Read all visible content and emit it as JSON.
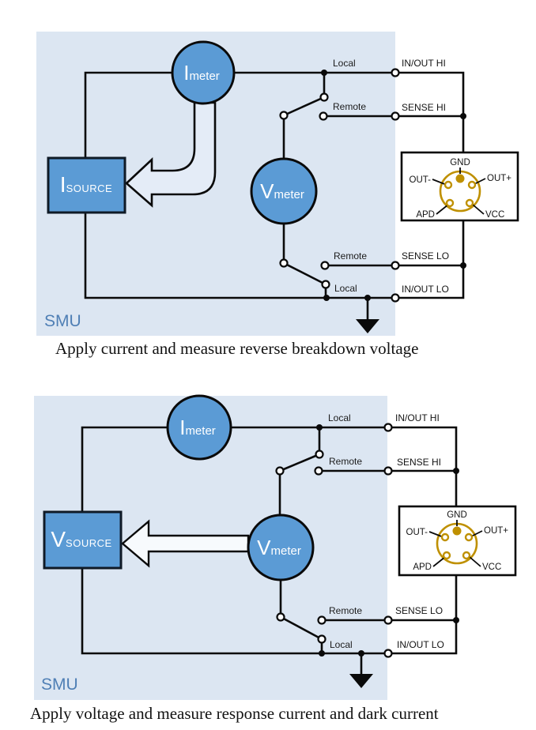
{
  "colors": {
    "smu_background": "#dce6f2",
    "node_blue": "#5b9bd5",
    "wire_black": "#0a0a0a",
    "smu_label_blue": "#4f7fb5",
    "connector_gold": "#bf9000"
  },
  "diagrams": [
    {
      "smu_label": "SMU",
      "caption": "Apply current and measure reverse breakdown voltage",
      "imeter": {
        "main": "I",
        "sub": "meter"
      },
      "vmeter": {
        "main": "V",
        "sub": "meter"
      },
      "source": {
        "main": "I",
        "sub": "SOURCE"
      },
      "switches": {
        "local_top": "Local",
        "remote_top": "Remote",
        "remote_bottom": "Remote",
        "local_bottom": "Local"
      },
      "terminals": {
        "inout_hi": "IN/OUT HI",
        "sense_hi": "SENSE HI",
        "sense_lo": "SENSE LO",
        "inout_lo": "IN/OUT LO"
      },
      "connector": {
        "gnd": "GND",
        "out_minus": "OUT-",
        "out_plus": "OUT+",
        "apd": "APD",
        "vcc": "VCC"
      }
    },
    {
      "smu_label": "SMU",
      "caption": "Apply voltage and measure response current and dark current",
      "imeter": {
        "main": "I",
        "sub": "meter"
      },
      "vmeter": {
        "main": "V",
        "sub": "meter"
      },
      "source": {
        "main": "V",
        "sub": "SOURCE"
      },
      "switches": {
        "local_top": "Local",
        "remote_top": "Remote",
        "remote_bottom": "Remote",
        "local_bottom": "Local"
      },
      "terminals": {
        "inout_hi": "IN/OUT HI",
        "sense_hi": "SENSE HI",
        "sense_lo": "SENSE LO",
        "inout_lo": "IN/OUT LO"
      },
      "connector": {
        "gnd": "GND",
        "out_minus": "OUT-",
        "out_plus": "OUT+",
        "apd": "APD",
        "vcc": "VCC"
      }
    }
  ]
}
